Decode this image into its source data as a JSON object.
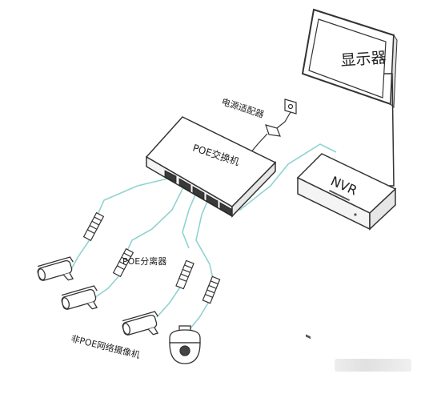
{
  "labels": {
    "monitor": "显示器",
    "adapter": "电源适配器",
    "switch": "POE交换机",
    "nvr": "NVR",
    "splitter": "POE分离器",
    "non_poe_cameras": "非POE网络摄像机"
  },
  "colors": {
    "cable": "#8fd3d0",
    "stroke": "#333333",
    "device_fill": "#ffffff",
    "port_fill": "#3a3a3a"
  }
}
